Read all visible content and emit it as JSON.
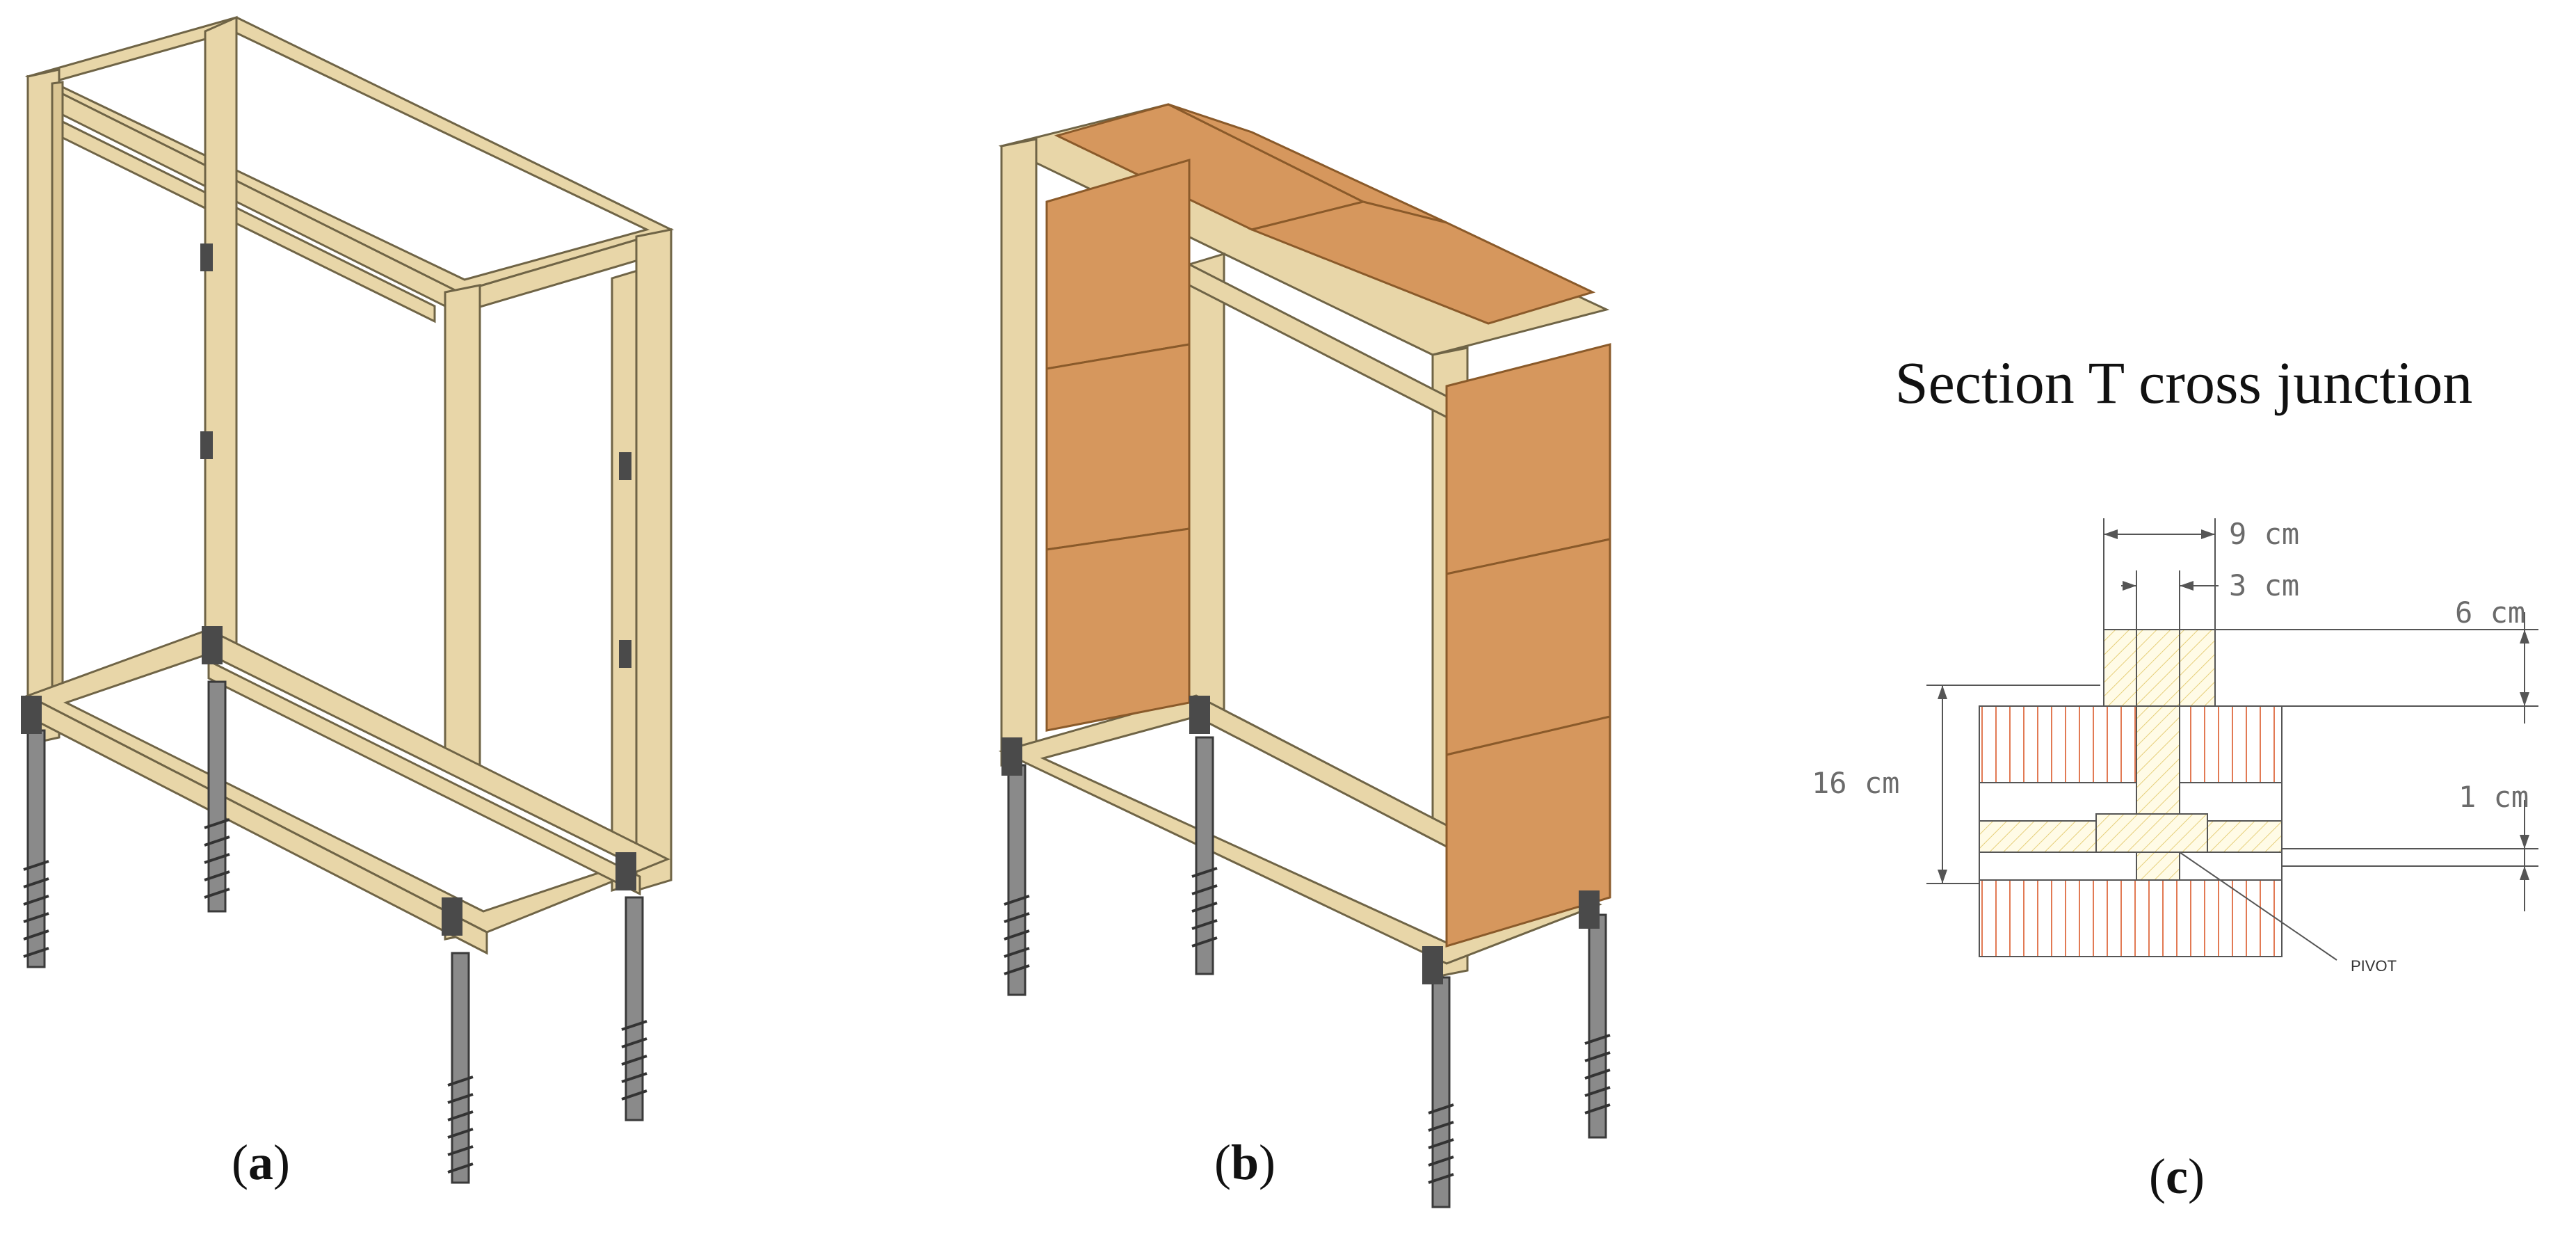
{
  "panels": {
    "a": {
      "caption_open": "(",
      "caption_letter": "a",
      "caption_close": ")"
    },
    "b": {
      "caption_open": "(",
      "caption_letter": "b",
      "caption_close": ")"
    },
    "c": {
      "caption_open": "(",
      "caption_letter": "c",
      "caption_close": ")"
    }
  },
  "section": {
    "title": "Section T cross junction",
    "dim_top": "9 cm",
    "dim_inner": "3 cm",
    "dim_cap": "6 cm",
    "dim_height": "16 cm",
    "dim_gap": "1 cm",
    "pivot_label": "PIVOT"
  },
  "colors": {
    "timber": "#e8d6a8",
    "timber_edge": "#8a7a55",
    "panel": "#d6975d",
    "panel_edge": "#8a5a2a",
    "steel": "#7d7d7d",
    "hatch": "#e27a54",
    "dim_line": "#555555"
  }
}
